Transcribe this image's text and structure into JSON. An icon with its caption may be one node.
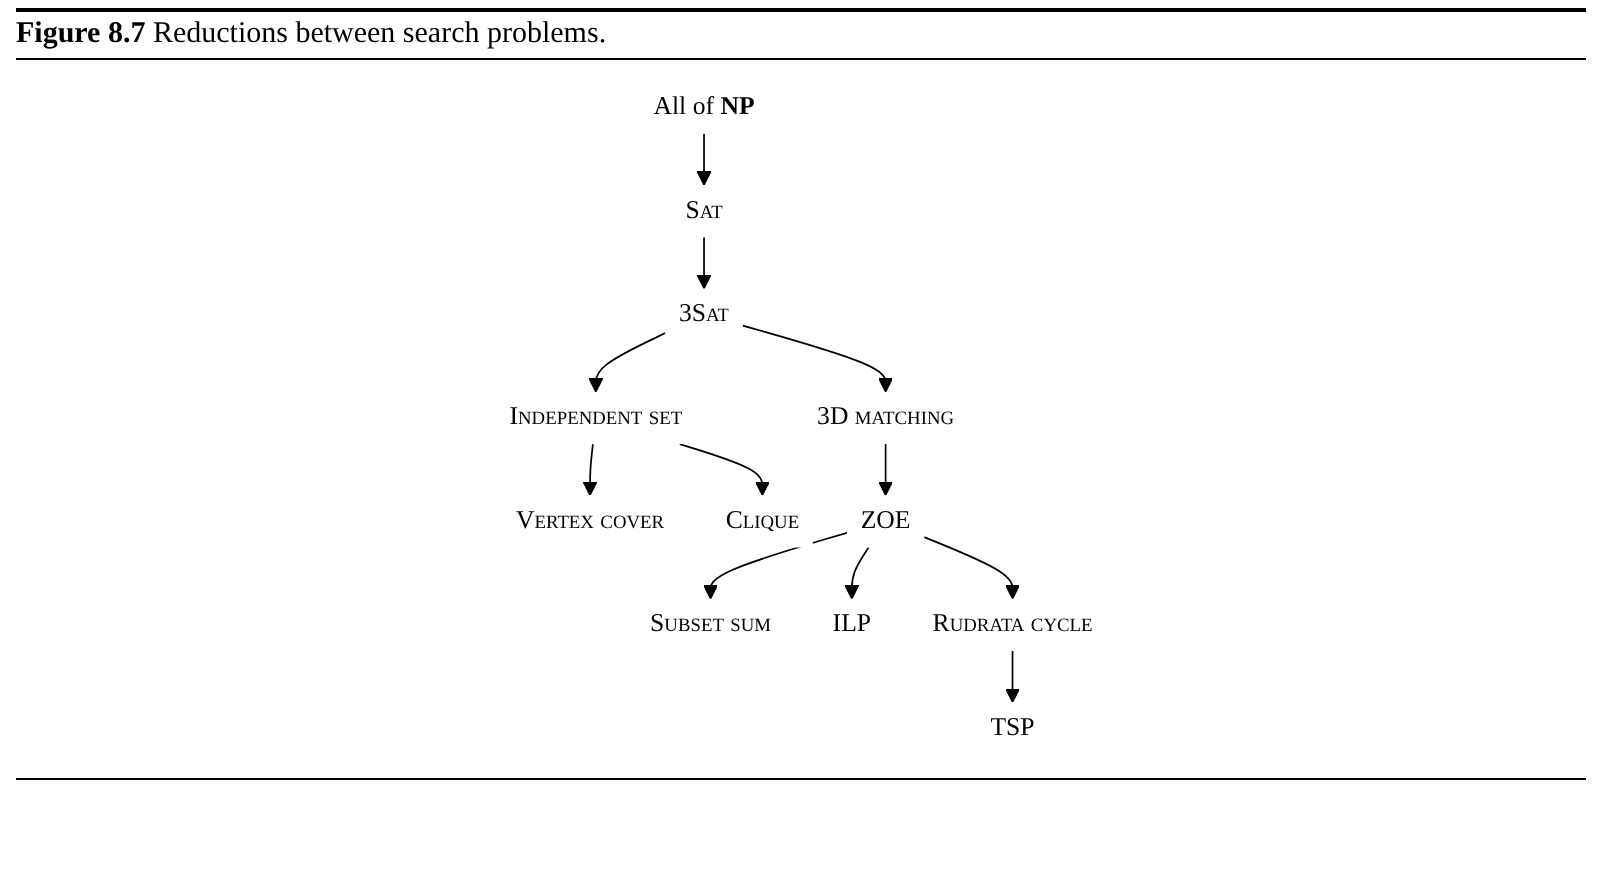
{
  "diagram": {
    "title": "**Figure 8.7** Reductions between search problems.",
    "nodes": [
      {
        "text": [
          "All of **NP**"
        ]
      },
      {
        "text": [
          "Sat"
        ]
      },
      {
        "text": [
          "3Sat"
        ]
      },
      {
        "text": [
          "Independent set"
        ]
      },
      {
        "text": [
          "3D matching"
        ]
      },
      {
        "text": [
          "Vertex cover"
        ]
      },
      {
        "text": [
          "Clique"
        ]
      },
      {
        "text": [
          "ZOE"
        ]
      },
      {
        "text": [
          "Subset sum"
        ]
      },
      {
        "text": [
          "ILP"
        ]
      },
      {
        "text": [
          "Rudrata cycle"
        ]
      },
      {
        "text": [
          "TSP"
        ]
      }
    ],
    "edges": [
      {
        "from": 0,
        "to": 1,
        "arrow": "to"
      },
      {
        "from": 1,
        "to": 2,
        "arrow": "to"
      },
      {
        "from": 2,
        "to": 3,
        "arrow": "to"
      },
      {
        "from": 2,
        "to": 4,
        "arrow": "to"
      },
      {
        "from": 3,
        "to": 5,
        "arrow": "to"
      },
      {
        "from": 3,
        "to": 6,
        "arrow": "to"
      },
      {
        "from": 4,
        "to": 7,
        "arrow": "to"
      },
      {
        "from": 7,
        "to": 8,
        "arrow": "to"
      },
      {
        "from": 7,
        "to": 9,
        "arrow": "to"
      },
      {
        "from": 7,
        "to": 10,
        "arrow": "to"
      },
      {
        "from": 10,
        "to": 11,
        "arrow": "to"
      }
    ]
  }
}
